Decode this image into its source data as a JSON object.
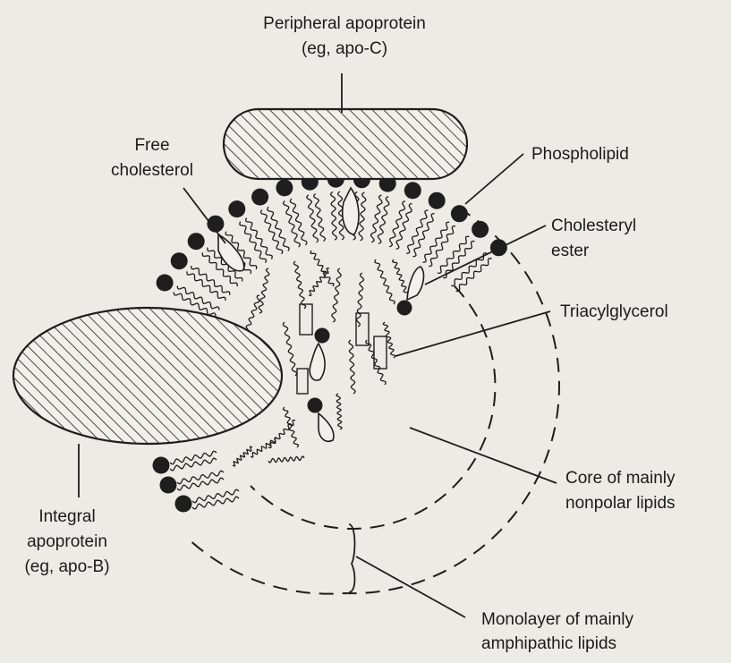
{
  "labels": {
    "peripheral_1": "Peripheral apoprotein",
    "peripheral_2": "(eg, apo-C)",
    "free_chol_1": "Free",
    "free_chol_2": "cholesterol",
    "phospholipid": "Phospholipid",
    "chol_ester_1": "Cholesteryl",
    "chol_ester_2": "ester",
    "triacylglycerol": "Triacylglycerol",
    "core_1": "Core of mainly",
    "core_2": "nonpolar lipids",
    "integral_1": "Integral",
    "integral_2": "apoprotein",
    "integral_3": "(eg, apo-B)",
    "monolayer_1": "Monolayer of mainly",
    "monolayer_2": "amphipathic lipids"
  },
  "colors": {
    "background": "#ecebe6",
    "ink": "#1e1e1e"
  }
}
